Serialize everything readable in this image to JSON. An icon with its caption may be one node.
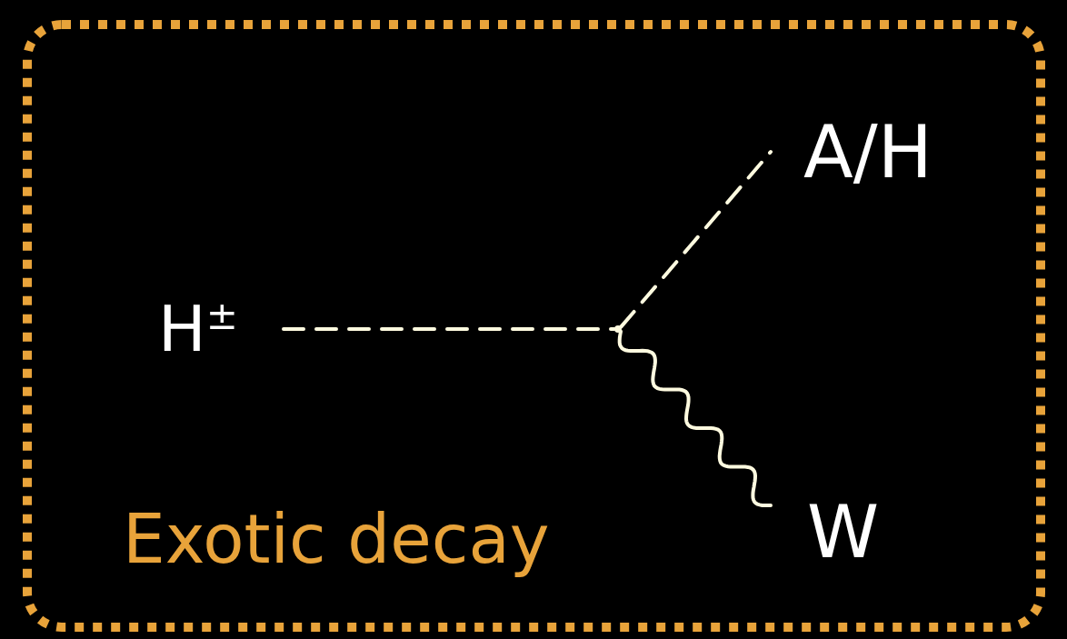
{
  "diagram": {
    "nodes": [
      {
        "text": [
          "Exotic decay"
        ]
      },
      {
        "text": [
          "H$^{±}$"
        ],
        "in": 0
      },
      {
        "text": [
          "A/H"
        ],
        "in": 0
      },
      {
        "text": [
          "W"
        ],
        "in": 0
      },
      {
        "text": [],
        "shape": "dot",
        "in": 0
      }
    ],
    "edges": [
      {
        "from": 1,
        "to": 4,
        "arrow": "none",
        "style": "dashed"
      },
      {
        "from": 4,
        "to": 2,
        "arrow": "none",
        "style": "dashed"
      },
      {
        "from": 4,
        "to": 3,
        "arrow": "none"
      }
    ]
  }
}
